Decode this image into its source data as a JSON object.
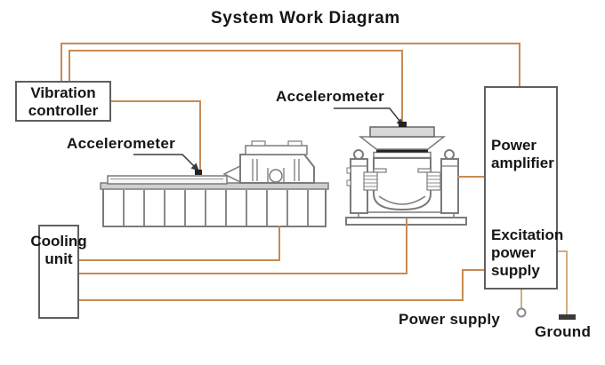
{
  "title": "System Work Diagram",
  "boxes": {
    "vibration_controller": {
      "label": "Vibration controller"
    },
    "amplifier_unit": {
      "power_amplifier_label": "Power amplifier",
      "excitation_label": "Excitation power supply"
    },
    "cooling_unit": {
      "label": "Cooling unit"
    }
  },
  "labels": {
    "accelerometer_slip_table": "Accelerometer",
    "accelerometer_shaker": "Accelerometer",
    "power_supply": "Power supply",
    "ground": "Ground"
  },
  "colors": {
    "wire": "#c98a52",
    "machine_outline": "#7b7b7b",
    "box_border": "#5f5f5f",
    "text": "#151515"
  }
}
